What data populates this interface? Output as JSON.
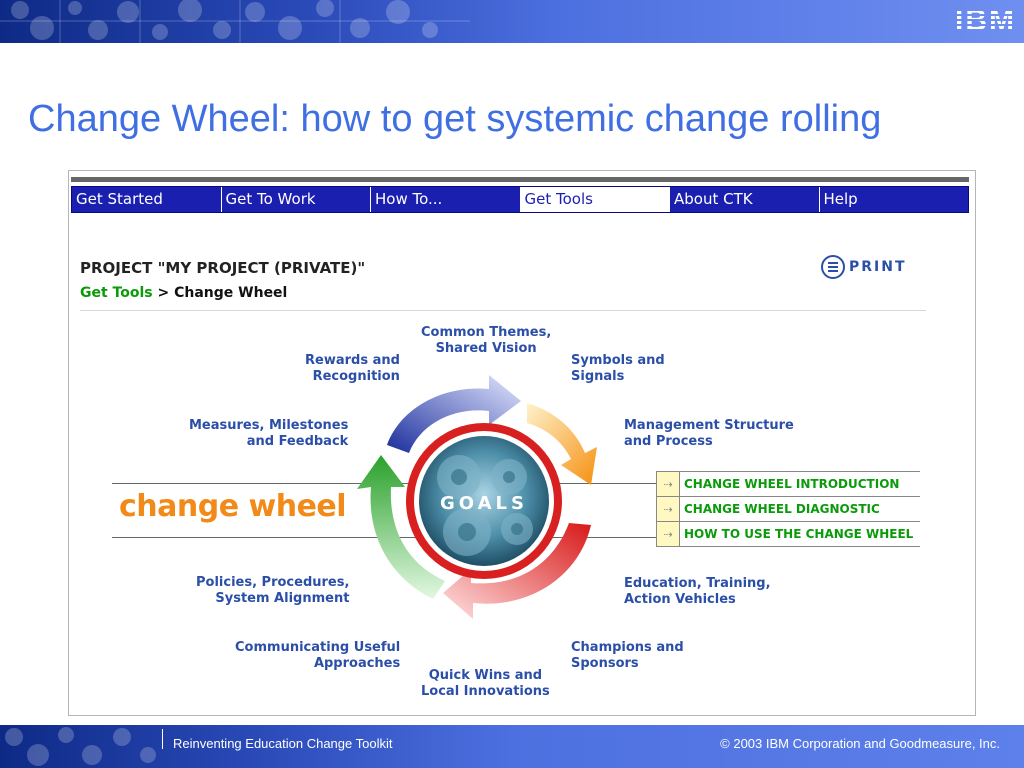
{
  "brand": {
    "logo": "IBM"
  },
  "slide": {
    "title": "Change Wheel: how to get systemic change rolling"
  },
  "nav": {
    "tabs": [
      {
        "label": "Get Started",
        "active": false
      },
      {
        "label": "Get To Work",
        "active": false
      },
      {
        "label": "How To...",
        "active": false
      },
      {
        "label": "Get Tools",
        "active": true
      },
      {
        "label": "About CTK",
        "active": false
      },
      {
        "label": "Help",
        "active": false
      }
    ]
  },
  "page": {
    "project_title": "PROJECT \"MY PROJECT (PRIVATE)\"",
    "breadcrumb": {
      "link": "Get Tools",
      "separator": " > ",
      "current": "Change Wheel"
    },
    "print_label": "PRINT",
    "print_icon": "printer-icon"
  },
  "wheel": {
    "center_label": "GOALS",
    "title": "change wheel",
    "labels": {
      "common_themes": [
        "Common Themes,",
        "Shared Vision"
      ],
      "rewards": [
        "Rewards and",
        "Recognition"
      ],
      "symbols": [
        "Symbols and",
        "Signals"
      ],
      "measures": [
        "Measures, Milestones",
        "and Feedback"
      ],
      "management": [
        "Management Structure",
        "and Process"
      ],
      "policies": [
        "Policies, Procedures,",
        "System Alignment"
      ],
      "education": [
        "Education, Training,",
        "Action Vehicles"
      ],
      "communicating": [
        "Communicating Useful",
        "Approaches"
      ],
      "champions": [
        "Champions and",
        "Sponsors"
      ],
      "quick_wins": [
        "Quick Wins and",
        "Local Innovations"
      ]
    },
    "colors": {
      "blue": "#2b3fb5",
      "orange": "#f5a020",
      "red": "#e03030",
      "green": "#3cab3c",
      "ring": "#d82020"
    }
  },
  "links": [
    {
      "label": "CHANGE WHEEL INTRODUCTION"
    },
    {
      "label": "CHANGE WHEEL DIAGNOSTIC"
    },
    {
      "label": "HOW TO USE THE CHANGE WHEEL"
    }
  ],
  "footer": {
    "title": "Reinventing Education Change Toolkit",
    "copyright": "© 2003 IBM Corporation and Goodmeasure, Inc."
  }
}
